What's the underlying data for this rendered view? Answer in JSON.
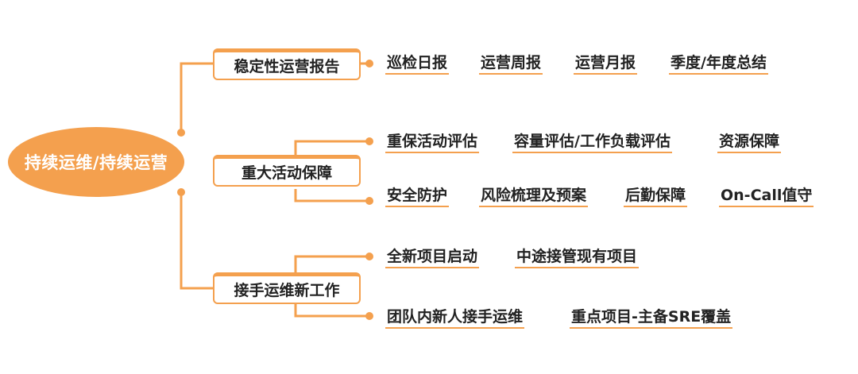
{
  "root": {
    "label": "持续运维/持续运营"
  },
  "branches": [
    {
      "label": "稳定性运营报告",
      "items": [
        "巡检日报",
        "运营周报",
        "运营月报",
        "季度/年度总结"
      ]
    },
    {
      "label": "重大活动保障",
      "rows": [
        [
          "重保活动评估",
          "容量评估/工作负载评估",
          "资源保障"
        ],
        [
          "安全防护",
          "风险梳理及预案",
          "后勤保障",
          "On-Call值守"
        ]
      ]
    },
    {
      "label": "接手运维新工作",
      "rows": [
        [
          "全新项目启动",
          "中途接管现有项目"
        ],
        [
          "团队内新人接手运维",
          "重点项目-主备SRE覆盖"
        ]
      ]
    }
  ],
  "colors": {
    "accent": "#f4a04e",
    "text": "#222222",
    "root_text": "#ffffff"
  }
}
